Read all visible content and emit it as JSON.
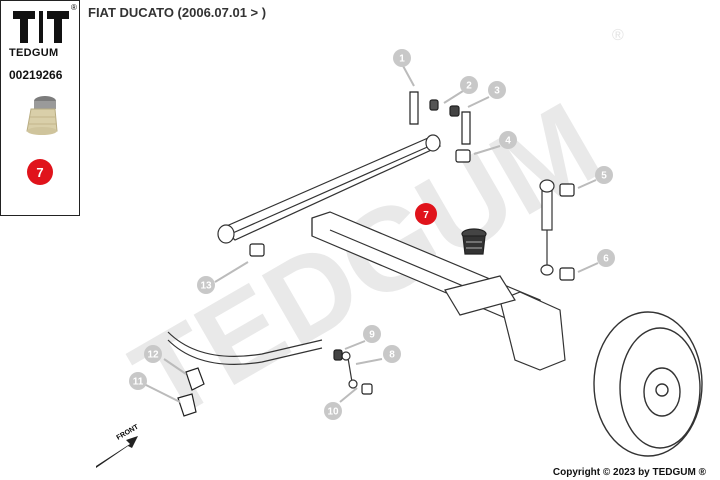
{
  "header": {
    "title": "FIAT DUCATO (2006.07.01 > )"
  },
  "sidebar": {
    "brand": "TEDGUM",
    "registered_mark": "®",
    "part_number": "00219266",
    "highlight_callout": "7"
  },
  "watermark": {
    "text": "TEDGUM",
    "mark": "®"
  },
  "callouts": [
    "1",
    "2",
    "3",
    "4",
    "5",
    "6",
    "7",
    "8",
    "9",
    "10",
    "11",
    "12",
    "13"
  ],
  "front_label": "FRONT",
  "footer": {
    "copyright": "Copyright © 2023 by TEDGUM ®"
  },
  "colors": {
    "highlight": "#e0131b",
    "callout": "#c8c8c8",
    "line": "#333333"
  }
}
